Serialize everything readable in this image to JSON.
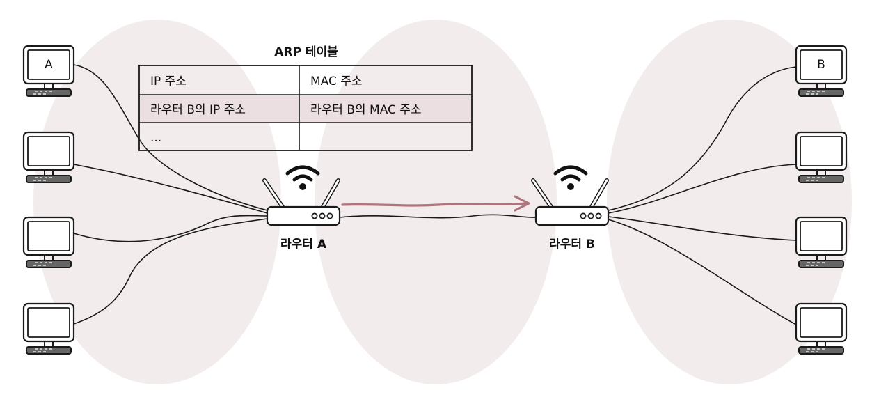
{
  "colors": {
    "network_zone": "#f3ecec",
    "arp_highlight_row": "#ecdfe2",
    "frame_arrow": "#b0737d",
    "stroke": "#1a1a1a"
  },
  "arp_table": {
    "title": "ARP 테이블",
    "headers": [
      "IP 주소",
      "MAC 주소"
    ],
    "rows": [
      [
        "라우터 B의 IP 주소",
        "라우터 B의 MAC 주소"
      ],
      [
        "...",
        ""
      ]
    ]
  },
  "routers": [
    {
      "label": "라우터 A",
      "icons": [
        "wifi-icon",
        "antenna-icon"
      ]
    },
    {
      "label": "라우터 B",
      "icons": [
        "wifi-icon",
        "antenna-icon"
      ]
    }
  ],
  "hosts": {
    "left_labels": [
      "A",
      "",
      "",
      ""
    ],
    "right_labels": [
      "B",
      "",
      "",
      ""
    ]
  }
}
